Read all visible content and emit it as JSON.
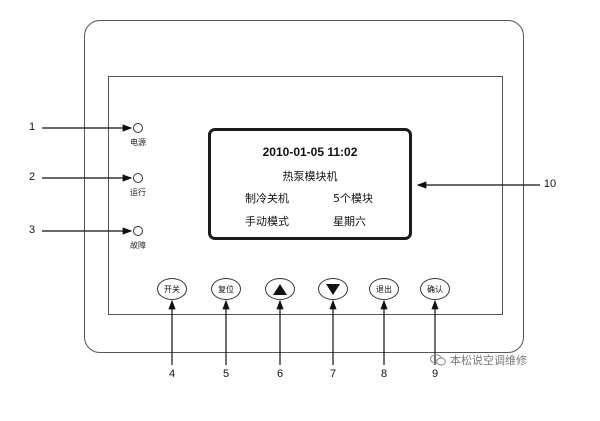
{
  "indicators": [
    {
      "number": "1",
      "label": "电源"
    },
    {
      "number": "2",
      "label": "运行"
    },
    {
      "number": "3",
      "label": "故障"
    }
  ],
  "display": {
    "number": "10",
    "datetime": "2010-01-05 11:02",
    "title": "热泵模块机",
    "mode": "制冷关机",
    "modules": "5个模块",
    "control": "手动模式",
    "weekday": "星期六"
  },
  "buttons": [
    {
      "number": "4",
      "label": "开关",
      "icon": ""
    },
    {
      "number": "5",
      "label": "复位",
      "icon": ""
    },
    {
      "number": "6",
      "label": "",
      "icon": "up-triangle-icon"
    },
    {
      "number": "7",
      "label": "",
      "icon": "down-triangle-icon"
    },
    {
      "number": "8",
      "label": "退出",
      "icon": ""
    },
    {
      "number": "9",
      "label": "确认",
      "icon": ""
    }
  ],
  "watermark": {
    "text": "本松说空调维修"
  }
}
